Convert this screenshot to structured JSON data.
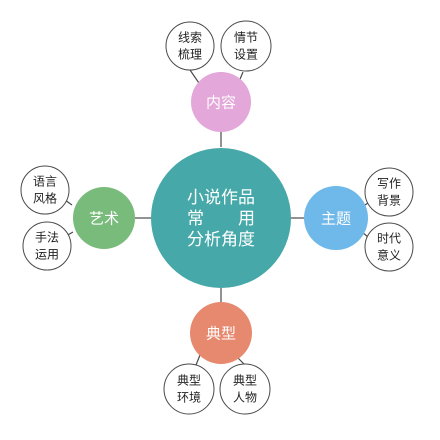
{
  "center": {
    "lines": [
      "小说作品",
      "常　　用",
      "分析角度"
    ],
    "fill": "#46a8a8"
  },
  "branches": {
    "content": {
      "label": "内容",
      "fill": "#e3a7d9",
      "leaves": [
        [
          "线索",
          "梳理"
        ],
        [
          "情节",
          "设置"
        ]
      ]
    },
    "theme": {
      "label": "主题",
      "fill": "#6fb8ea",
      "leaves": [
        [
          "写作",
          "背景"
        ],
        [
          "时代",
          "意义"
        ]
      ]
    },
    "art": {
      "label": "艺术",
      "fill": "#79bb7a",
      "leaves": [
        [
          "语言",
          "风格"
        ],
        [
          "手法",
          "运用"
        ]
      ]
    },
    "typical": {
      "label": "典型",
      "fill": "#e7896f",
      "leaves": [
        [
          "典型",
          "环境"
        ],
        [
          "典型",
          "人物"
        ]
      ]
    }
  },
  "colors": {
    "connector": "#4a4a4a",
    "leaf_border": "#4a4a4a",
    "leaf_fill": "#ffffff",
    "node_text": "#ffffff",
    "leaf_text": "#222222"
  }
}
